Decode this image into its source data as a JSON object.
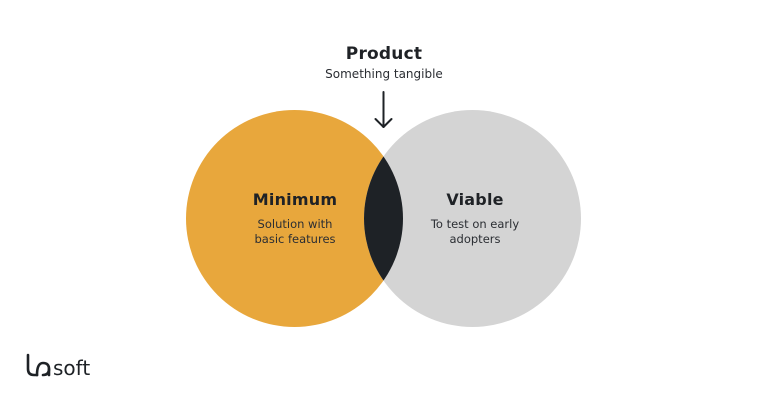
{
  "header": {
    "title": "Product",
    "subtitle": "Something tangible"
  },
  "circles": [
    {
      "id": "minimum",
      "title": "Minimum",
      "description_line1": "Solution with",
      "description_line2": "basic features",
      "color": "#E8A73C"
    },
    {
      "id": "viable",
      "title": "Viable",
      "description_line1": "To test on early",
      "description_line2": "adopters",
      "color": "#D4D4D4"
    }
  ],
  "intersection": {
    "color": "#1E2226"
  },
  "arrow": {
    "icon": "arrow-down-icon",
    "color": "#1E2226"
  },
  "logo": {
    "text": "lasoft"
  }
}
